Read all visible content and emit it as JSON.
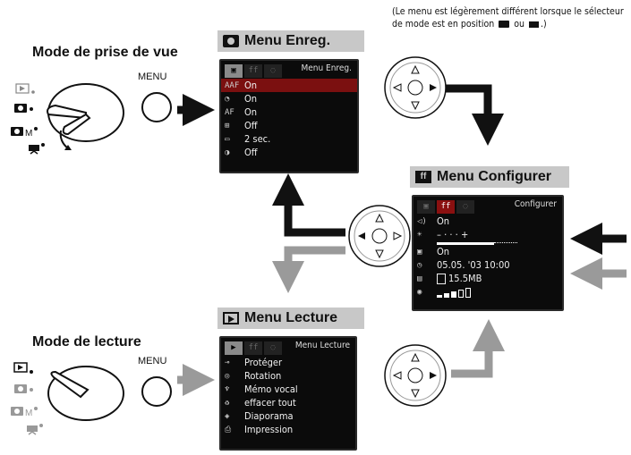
{
  "labels": {
    "shooting_mode": "Mode de prise de vue",
    "playback_mode": "Mode de lecture",
    "menu_button_1": "MENU",
    "menu_button_2": "MENU",
    "note": "(Le menu est légèrement différent lorsque le sélecteur de mode est en position",
    "note_tail": "ou",
    "note_end": ".)"
  },
  "record_menu": {
    "title": "Menu Enreg.",
    "screen_title": "Menu Enreg.",
    "rows": [
      {
        "icon": "AAF",
        "value": "On"
      },
      {
        "icon": "self-timer",
        "value": "On"
      },
      {
        "icon": "AF",
        "value": "On"
      },
      {
        "icon": "review",
        "value": "Off"
      },
      {
        "icon": "display",
        "value": "2 sec."
      },
      {
        "icon": "stitch",
        "value": "Off"
      }
    ]
  },
  "setup_menu": {
    "title": "Menu Configurer",
    "screen_title": "Configurer",
    "rows": [
      {
        "icon": "sound",
        "value": "On"
      },
      {
        "icon": "brightness",
        "value": "– · · · +"
      },
      {
        "icon": "power",
        "value": "On"
      },
      {
        "icon": "date",
        "value": "05.05. '03 10:00"
      },
      {
        "icon": "format",
        "value": "15.5MB"
      },
      {
        "icon": "volume",
        "value": ""
      }
    ]
  },
  "playback_menu": {
    "title": "Menu Lecture",
    "screen_title": "Menu Lecture",
    "rows": [
      {
        "icon": "key",
        "value": "Protéger"
      },
      {
        "icon": "rotate",
        "value": "Rotation"
      },
      {
        "icon": "mic",
        "value": "Mémo vocal"
      },
      {
        "icon": "trash",
        "value": "effacer tout"
      },
      {
        "icon": "slideshow",
        "value": "Diaporama"
      },
      {
        "icon": "print",
        "value": "Impression"
      }
    ]
  },
  "colors": {
    "arrow_black": "#111111",
    "arrow_gray": "#9a9a9a",
    "title_bar": "#c8c8c8",
    "screen_bg": "#0b0b0b",
    "highlight": "#7b1010"
  }
}
